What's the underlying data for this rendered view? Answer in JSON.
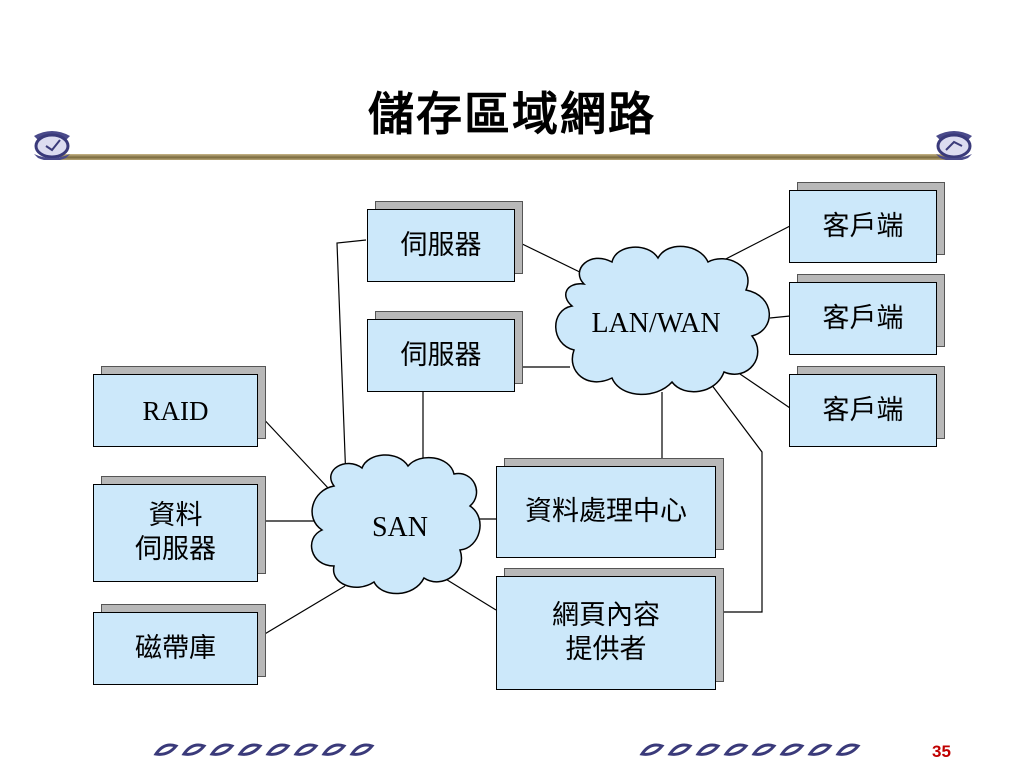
{
  "slide": {
    "title": "儲存區域網路",
    "page_number": "35"
  },
  "diagram": {
    "clouds": {
      "lan_wan": "LAN/WAN",
      "san": "SAN"
    },
    "nodes": {
      "server_1": "伺服器",
      "server_2": "伺服器",
      "client_1": "客戶端",
      "client_2": "客戶端",
      "client_3": "客戶端",
      "raid": "RAID",
      "data_server": "資料\n伺服器",
      "tape_library": "磁帶庫",
      "data_center": "資料處理中心",
      "web_content_provider": "網頁內容\n提供者"
    }
  },
  "colors": {
    "node_fill": "#cce8fa",
    "cloud_fill": "#cce8fa",
    "page_number": "#c00000"
  }
}
